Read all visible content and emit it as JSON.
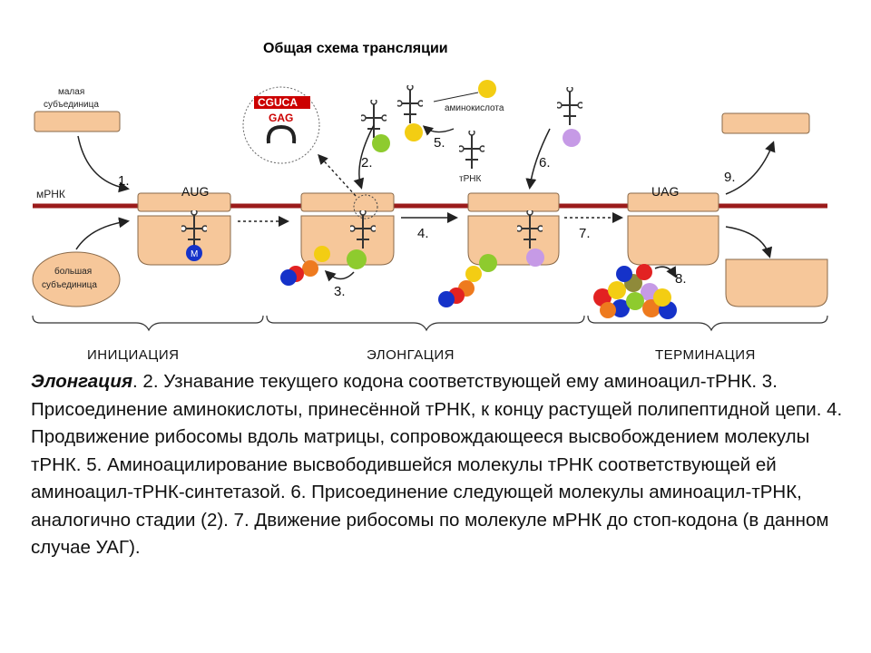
{
  "diagram": {
    "title": "Общая схема трансляции",
    "labels": {
      "small_subunit": [
        "малая",
        "субъединица"
      ],
      "large_subunit": [
        "большая",
        "субъединица"
      ],
      "mrna": "мРНК",
      "trna": "тРНК",
      "amino_acid": "аминокислота",
      "start_codon": "AUG",
      "stop_codon": "UAG",
      "met": "M",
      "codon_top": "CGUCA",
      "codon_bottom": "GAG"
    },
    "steps": [
      "1.",
      "2.",
      "3.",
      "4.",
      "5.",
      "6.",
      "7.",
      "8.",
      "9."
    ],
    "phases": [
      "ИНИЦИАЦИЯ",
      "ЭЛОНГАЦИЯ",
      "ТЕРМИНАЦИЯ"
    ],
    "colors": {
      "ribosome": "#f6c79a",
      "ribosome_stroke": "#8a6a4a",
      "mrna": "#9b1b1b",
      "codon_red": "#cc0000",
      "aa_green": "#8ecb2e",
      "aa_yellow": "#f3cd13",
      "aa_purple": "#c69ae6",
      "aa_blue": "#1532c9",
      "aa_orange": "#ee7a1e",
      "aa_red": "#e22222",
      "aa_olive": "#8f8a3a"
    }
  },
  "caption": {
    "lead": "Элонгация",
    "text": ". 2. Узнавание текущего кодона соответствующей ему аминоацил-тРНК. 3. Присоединение аминокислоты, принесённой тРНК, к концу растущей полипептидной цепи. 4. Продвижение рибосомы вдоль матрицы, сопровождающееся высвобождением молекулы тРНК. 5. Аминоацилирование высвободившейся молекулы тРНК соответствующей ей аминоацил-тРНК-синтетазой. 6. Присоединение следующей молекулы аминоацил-тРНК, аналогично стадии (2). 7. Движение рибосомы по молекуле мРНК до стоп-кодона (в данном случае УАГ)."
  }
}
